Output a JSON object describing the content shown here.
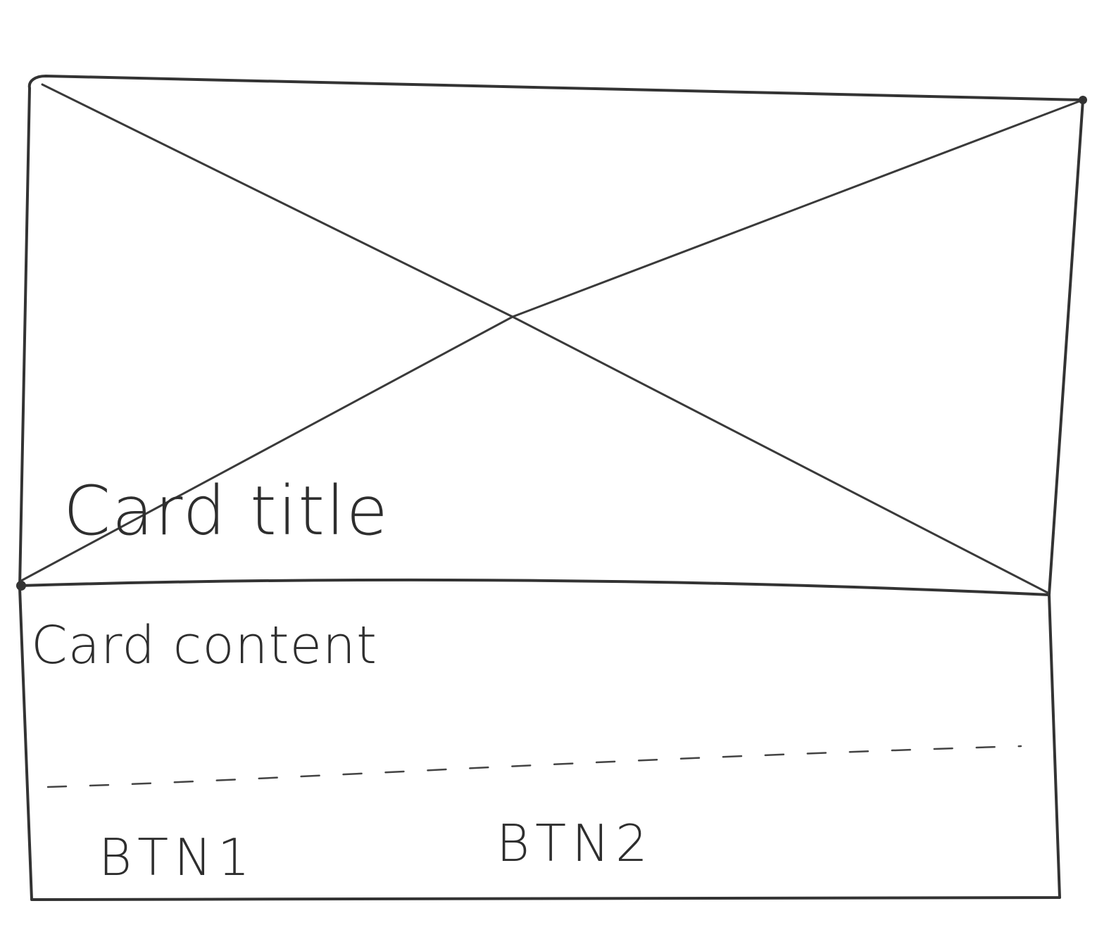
{
  "card": {
    "image_placeholder": "image-placeholder",
    "title": "Card title",
    "content": "Card content",
    "actions": [
      {
        "label": "BTN1"
      },
      {
        "label": "BTN2"
      }
    ]
  }
}
